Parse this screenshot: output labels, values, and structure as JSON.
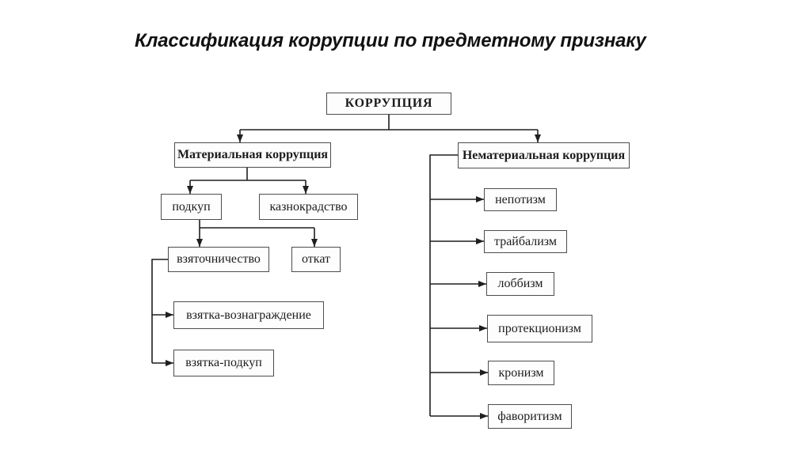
{
  "title": "Классификация коррупции по предметному признаку",
  "diagram": {
    "nodes": {
      "korrupciya": {
        "label": "КОРРУПЦИЯ"
      },
      "material": {
        "label": "Материальная коррупция"
      },
      "nonmaterial": {
        "label": "Нематериальная коррупция"
      },
      "podkup": {
        "label": "подкуп"
      },
      "kaznokradstvo": {
        "label": "казнокрадство"
      },
      "vzyatochnichestvo": {
        "label": "взяточничество"
      },
      "otkat": {
        "label": "откат"
      },
      "vzyatka_voznagrazhdenie": {
        "label": "взятка-вознаграждение"
      },
      "vzyatka_podkup": {
        "label": "взятка-подкуп"
      },
      "nepotizm": {
        "label": "непотизм"
      },
      "traibalizm": {
        "label": "трайбализм"
      },
      "lobbizm": {
        "label": "лоббизм"
      },
      "protekcionizm": {
        "label": "протекционизм"
      },
      "kronizm": {
        "label": "кронизм"
      },
      "favoritizm": {
        "label": "фаворитизм"
      }
    },
    "edges": [
      {
        "from": "korrupciya",
        "to": "material"
      },
      {
        "from": "korrupciya",
        "to": "nonmaterial"
      },
      {
        "from": "material",
        "to": "podkup"
      },
      {
        "from": "material",
        "to": "kaznokradstvo"
      },
      {
        "from": "podkup",
        "to": "vzyatochnichestvo"
      },
      {
        "from": "podkup",
        "to": "otkat"
      },
      {
        "from": "vzyatochnichestvo",
        "to": "vzyatka_voznagrazhdenie"
      },
      {
        "from": "vzyatochnichestvo",
        "to": "vzyatka_podkup"
      },
      {
        "from": "nonmaterial",
        "to": "nepotizm"
      },
      {
        "from": "nonmaterial",
        "to": "traibalizm"
      },
      {
        "from": "nonmaterial",
        "to": "lobbizm"
      },
      {
        "from": "nonmaterial",
        "to": "protekcionizm"
      },
      {
        "from": "nonmaterial",
        "to": "kronizm"
      },
      {
        "from": "nonmaterial",
        "to": "favoritizm"
      }
    ],
    "colors": {
      "background": "#ffffff",
      "box_border": "#4d4d4d",
      "line": "#1f1f1f",
      "text": "#1c1c1c"
    }
  }
}
